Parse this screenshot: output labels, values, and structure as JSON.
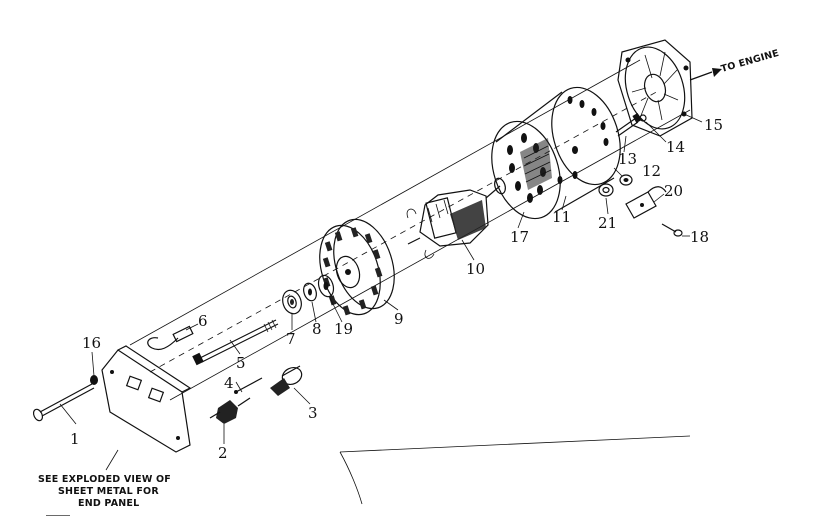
{
  "diagram": {
    "direction_label": "TO ENGINE",
    "note_lines": [
      "SEE EXPLODED VIEW OF",
      "SHEET METAL FOR",
      "END PANEL"
    ],
    "callouts": [
      {
        "id": "c1",
        "text": "1"
      },
      {
        "id": "c2",
        "text": "2"
      },
      {
        "id": "c3",
        "text": "3"
      },
      {
        "id": "c4",
        "text": "4"
      },
      {
        "id": "c5",
        "text": "5"
      },
      {
        "id": "c6",
        "text": "6"
      },
      {
        "id": "c7",
        "text": "7"
      },
      {
        "id": "c8",
        "text": "8"
      },
      {
        "id": "c9",
        "text": "9"
      },
      {
        "id": "c10",
        "text": "10"
      },
      {
        "id": "c11",
        "text": "11"
      },
      {
        "id": "c12",
        "text": "12"
      },
      {
        "id": "c13",
        "text": "13"
      },
      {
        "id": "c14",
        "text": "14"
      },
      {
        "id": "c15",
        "text": "15"
      },
      {
        "id": "c16",
        "text": "16"
      },
      {
        "id": "c17",
        "text": "17"
      },
      {
        "id": "c18",
        "text": "18"
      },
      {
        "id": "c19",
        "text": "19"
      },
      {
        "id": "c20",
        "text": "20"
      },
      {
        "id": "c21",
        "text": "21"
      }
    ]
  }
}
